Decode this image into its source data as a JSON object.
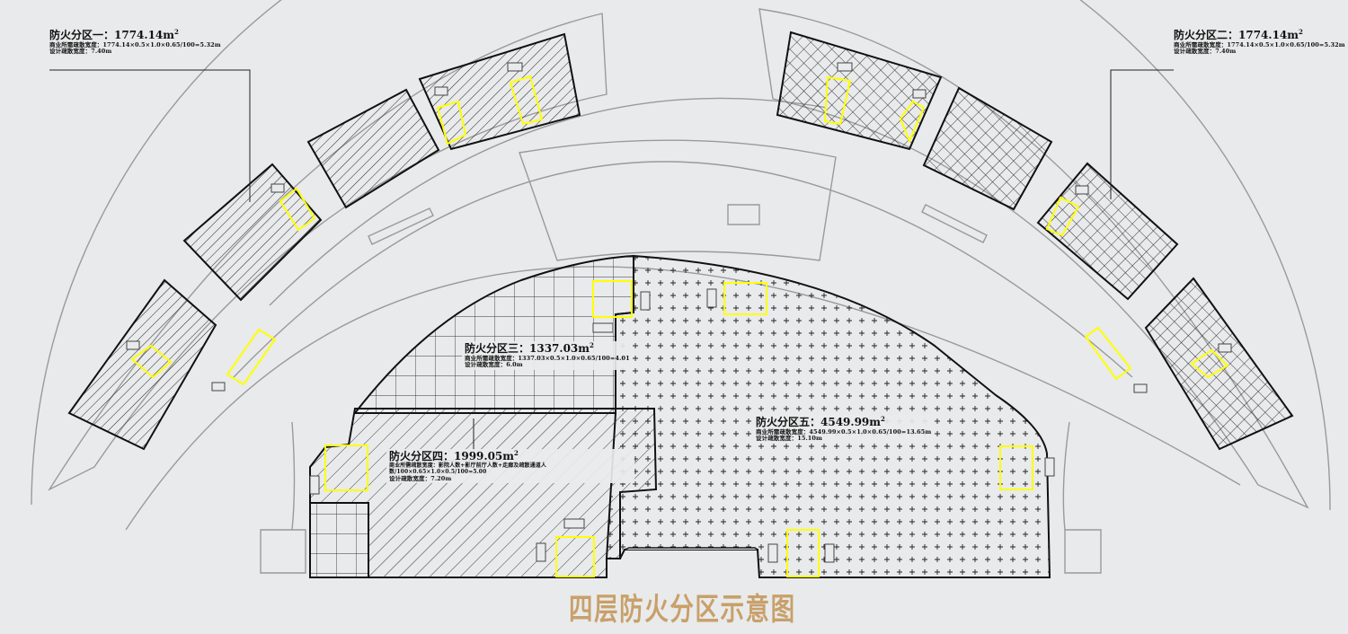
{
  "title": "四层防火分区示意图",
  "zones": [
    {
      "id": "zone1",
      "title": "防火分区一：1774.14m",
      "sup": "2",
      "line1": "商业所需疏散宽度：1774.14×0.5×1.0×0.65/100=5.32m",
      "line2": "设计疏散宽度：7.40m"
    },
    {
      "id": "zone2",
      "title": "防火分区二：1774.14m",
      "sup": "2",
      "line1": "商业所需疏散宽度：1774.14×0.5×1.0×0.65/100=5.32m",
      "line2": "设计疏散宽度：7.40m"
    },
    {
      "id": "zone3",
      "title": "防火分区三：1337.03m",
      "sup": "2",
      "line1": "商业所需疏散宽度：1337.03×0.5×1.0×0.65/100=4.01",
      "line2": "设计疏散宽度：6.0m"
    },
    {
      "id": "zone4",
      "title": "防火分区四：1999.05m",
      "sup": "2",
      "line1": "商业所需疏散宽度：影院人数+影厅前厅人数+走廊及疏散通道人数/100×0.65×1.0×0.5/100=5.00",
      "line2": "设计疏散宽度：7.20m"
    },
    {
      "id": "zone5",
      "title": "防火分区五：4549.99m",
      "sup": "2",
      "line1": "商业所需疏散宽度：4549.99×0.5×1.0×0.65/100=13.65m",
      "line2": "设计疏散宽度：15.10m"
    }
  ],
  "legend_hatches": [
    "diagonal",
    "crosshatch",
    "grid",
    "diagonal-wide",
    "plus"
  ],
  "colors": {
    "background": "#e9eaeb",
    "linework": "#9a9a9a",
    "boundary": "#111111",
    "stair": "#ffff00",
    "title": "#c8a06a"
  }
}
